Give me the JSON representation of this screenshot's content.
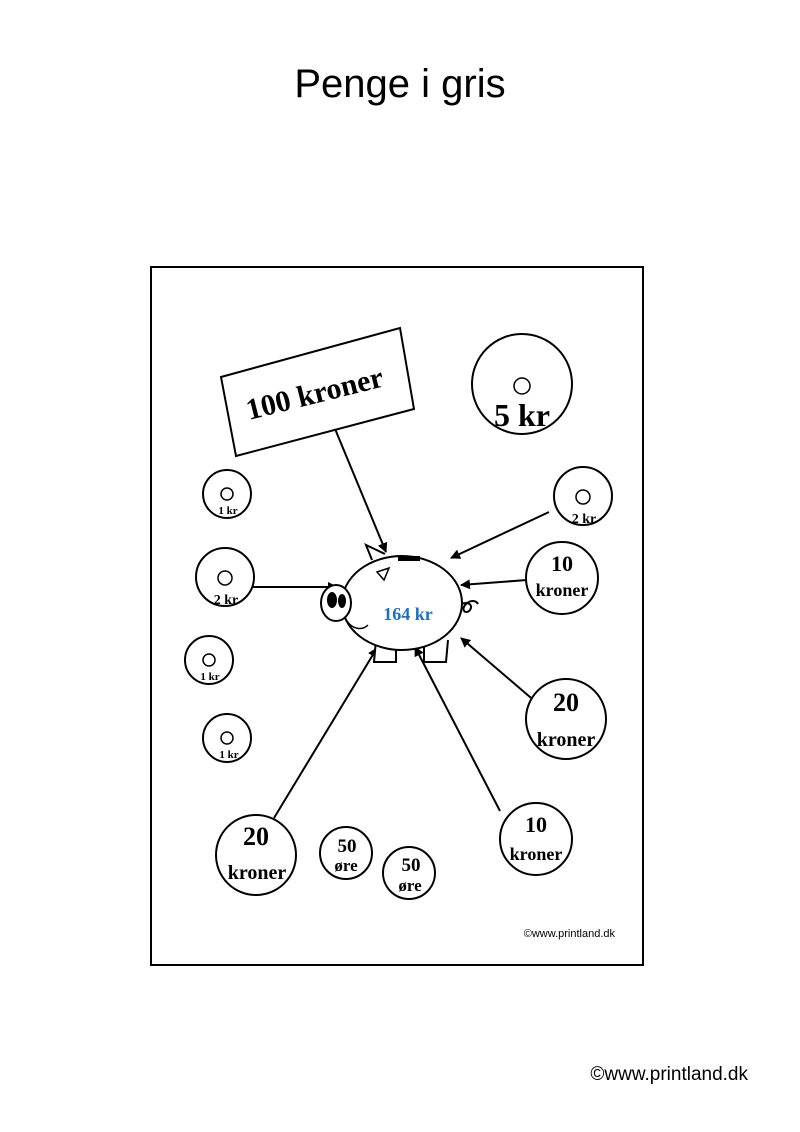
{
  "title": "Penge i gris",
  "footer_credit": "©www.printland.dk",
  "inner_credit": "©www.printland.dk",
  "piggy_total": "164 kr",
  "piggy_total_color": "#1F6FC0",
  "banknote_label": "100 kroner",
  "coins": {
    "five_kr": "5 kr",
    "two_kr_top_right": "2 kr",
    "ten_top_right": {
      "top": "10",
      "bottom": "kroner"
    },
    "twenty_right": {
      "top": "20",
      "bottom": "kroner"
    },
    "ten_bottom_right": {
      "top": "10",
      "bottom": "kroner"
    },
    "one_kr_a": "1 kr",
    "two_kr_left": "2 kr",
    "one_kr_b": "1 kr",
    "one_kr_c": "1 kr",
    "twenty_bottom_left": {
      "top": "20",
      "bottom": "kroner"
    },
    "fifty_ore_a": {
      "top": "50",
      "bottom": "øre"
    },
    "fifty_ore_b": {
      "top": "50",
      "bottom": "øre"
    }
  }
}
